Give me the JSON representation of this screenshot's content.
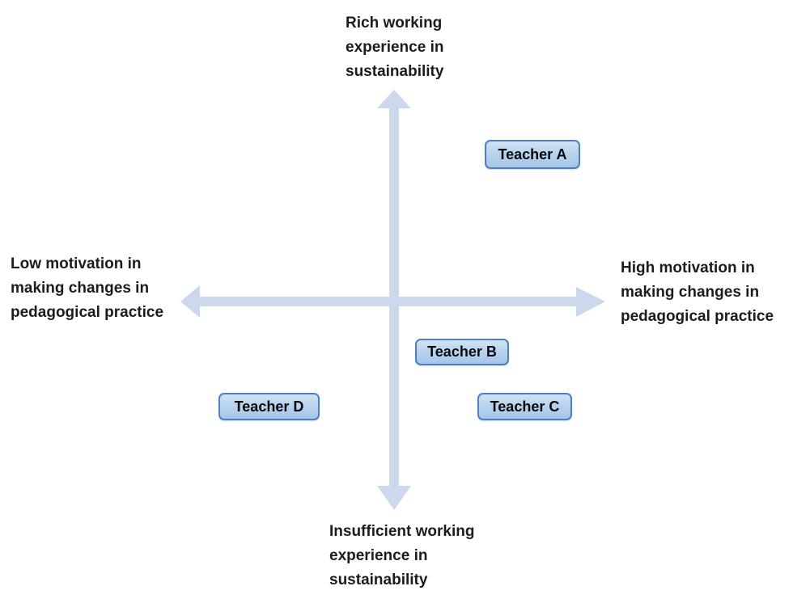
{
  "diagram": {
    "type": "quadrant-map",
    "colors": {
      "background": "#ffffff",
      "arrow": "#ccd9ed",
      "box_border": "#4e80bf",
      "box_fill_top": "#d2e2f5",
      "box_fill_bottom": "#a5c7e9",
      "label_text": "#1c1c1c",
      "box_text": "#0a0a0a"
    },
    "axis_labels": {
      "top": {
        "lines": [
          "Rich working",
          "experience in",
          "sustainability"
        ]
      },
      "bottom": {
        "lines": [
          "Insufficient working",
          "experience in",
          "sustainability"
        ]
      },
      "left": {
        "lines": [
          "Low motivation in",
          "making changes in",
          "pedagogical practice"
        ]
      },
      "right": {
        "lines": [
          "High motivation in",
          "making changes in",
          "pedagogical practice"
        ]
      }
    },
    "items": [
      {
        "label": "Teacher A",
        "quadrant": "upper-right"
      },
      {
        "label": "Teacher B",
        "quadrant": "lower-right-near-center"
      },
      {
        "label": "Teacher C",
        "quadrant": "lower-right"
      },
      {
        "label": "Teacher D",
        "quadrant": "lower-left"
      }
    ]
  }
}
